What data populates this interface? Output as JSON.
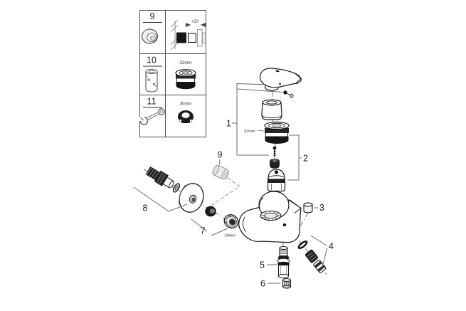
{
  "table": {
    "rows": [
      {
        "num": "9",
        "dim": "+20"
      },
      {
        "num": "10",
        "dim": "32mm"
      },
      {
        "num": "11",
        "dim": "30mm"
      }
    ]
  },
  "exploded": {
    "callouts": {
      "c1": "1",
      "c2": "2",
      "c3": "3",
      "c4": "4",
      "c5": "5",
      "c6": "6",
      "c7": "7",
      "c8": "8",
      "c9": "9"
    },
    "dims": {
      "cartridge_nut": "32mm",
      "union_nut": "30mm"
    }
  },
  "colors": {
    "ink": "#1a1a1a",
    "leader": "#6b6b6b",
    "dark_fill": "#1f1f1f",
    "light_gray": "#9a9a9a",
    "pale_fill": "#ececec"
  }
}
